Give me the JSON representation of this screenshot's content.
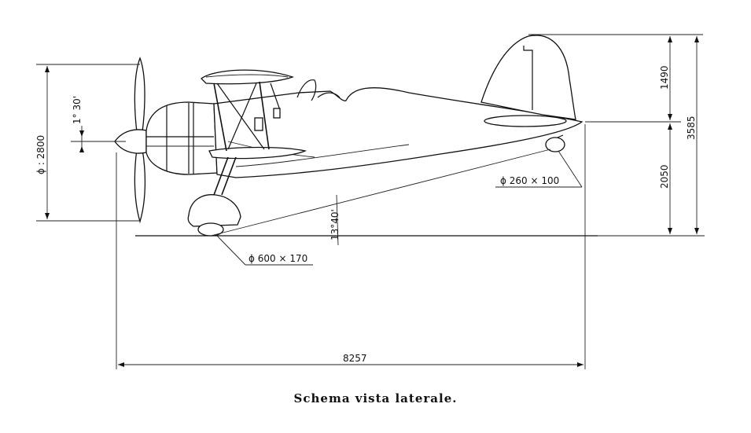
{
  "dimensions": {
    "propeller_diameter": "ϕ : 2800",
    "thrust_angle": "1° 30'",
    "tail_wheel": "ϕ 260 × 100",
    "ground_angle": "13°40'",
    "main_wheel": "ϕ 600 × 170",
    "fin_height": "1490",
    "overall_height": "3585",
    "datum_height": "2050",
    "overall_length": "8257"
  },
  "caption": "Schema vista laterale."
}
